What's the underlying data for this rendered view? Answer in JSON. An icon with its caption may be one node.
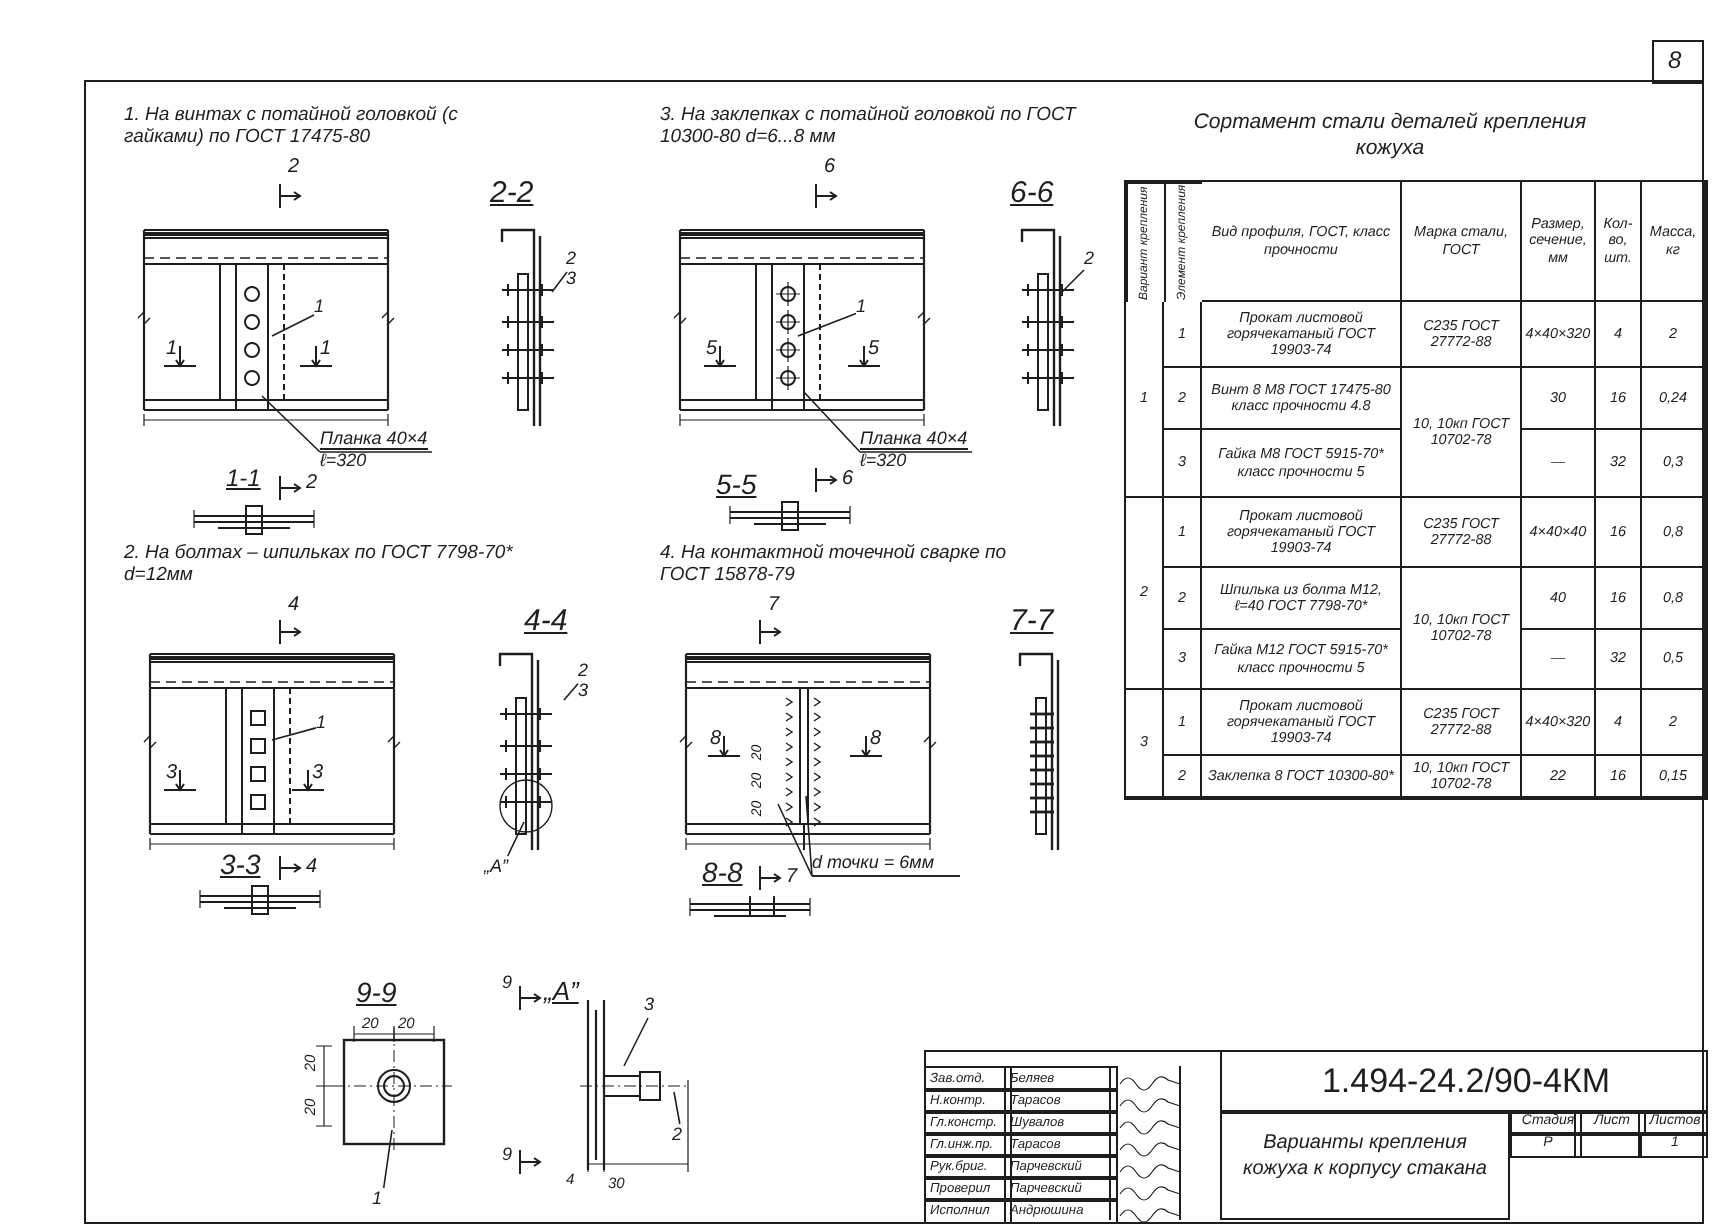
{
  "diagram": {
    "nodes": [
      {
        "text": [
          "1"
        ]
      },
      {
        "text": [
          "Планка 40×4",
          "ℓ=320"
        ]
      },
      {
        "text": [
          "2",
          "3"
        ]
      },
      {
        "text": [
          "1"
        ]
      },
      {
        "text": [
          "Планка 40×4",
          "ℓ=320"
        ]
      },
      {
        "text": [
          "2"
        ]
      },
      {
        "text": [
          "1"
        ]
      },
      {
        "text": [
          "2",
          "3"
        ]
      },
      {
        "text": [
          "„А”"
        ]
      },
      {
        "text": [
          "d точки = 6мм"
        ]
      },
      {
        "text": [
          "1"
        ]
      },
      {
        "text": [
          "3"
        ]
      },
      {
        "text": [
          "2"
        ]
      }
    ],
    "edges": [
      {
        "from": 0,
        "to": null,
        "arrow": "none"
      },
      {
        "from": 1,
        "to": null,
        "arrow": "none"
      },
      {
        "from": 2,
        "to": null,
        "arrow": "none"
      },
      {
        "from": 3,
        "to": null,
        "arrow": "none"
      },
      {
        "from": 4,
        "to": null,
        "arrow": "none"
      },
      {
        "from": 5,
        "to": null,
        "arrow": "none"
      },
      {
        "from": 6,
        "to": null,
        "arrow": "none"
      },
      {
        "from": 7,
        "to": null,
        "arrow": "none"
      },
      {
        "from": 8,
        "to": null,
        "arrow": "none"
      },
      {
        "from": 9,
        "to": null,
        "arrow": "none"
      },
      {
        "from": 9,
        "to": null,
        "arrow": "none"
      },
      {
        "from": 10,
        "to": null,
        "arrow": "none"
      },
      {
        "from": 11,
        "to": null,
        "arrow": "none"
      },
      {
        "from": 12,
        "to": null,
        "arrow": "none"
      }
    ],
    "labels": [
      "1. На винтах с потайной головкой (с гайками) по ГОСТ 17475-80",
      "2",
      "2-2",
      "1",
      "1",
      "1-1",
      "2",
      "3. На заклепках с потайной головкой по ГОСТ 10300-80 d=6...8 мм",
      "6",
      "6-6",
      "5",
      "5",
      "5-5",
      "6",
      "Сортамент стали деталей крепления кожуха",
      "2. На болтах – шпильках по ГОСТ 7798-70* d=12мм",
      "4",
      "4-4",
      "3",
      "3",
      "3-3",
      "4",
      "4. На контактной точечной сварке по ГОСТ 15878-79",
      "7",
      "7-7",
      "8",
      "20",
      "20",
      "20",
      "8",
      "8-8",
      "7",
      "9-9",
      "20",
      "20",
      "20",
      "20",
      "„А”",
      "9",
      "9",
      "4",
      "30",
      "Вариант крепления",
      "Элемент крепления",
      "Вид профиля, ГОСТ, класс прочности",
      "Марка стали, ГОСТ",
      "Размер, сечение, мм",
      "Кол-во, шт.",
      "Масса, кг",
      "1",
      "1",
      "Прокат листовой горячекатаный ГОСТ 19903-74",
      "С235 ГОСТ 27772-88",
      "4×40×320",
      "4",
      "2",
      "2",
      "Винт 8 М8 ГОСТ 17475-80 класс прочности 4.8",
      "10, 10кп ГОСТ 10702-78",
      "30",
      "16",
      "0,24",
      "3",
      "Гайка М8 ГОСТ 5915-70* класс прочности 5",
      "—",
      "32",
      "0,3",
      "2",
      "1",
      "Прокат листовой горячекатаный ГОСТ 19903-74",
      "С235 ГОСТ 27772-88",
      "4×40×40",
      "16",
      "0,8",
      "2",
      "Шпилька из болта М12, ℓ=40 ГОСТ 7798-70*",
      "10, 10кп ГОСТ 10702-78",
      "40",
      "16",
      "0,8",
      "3",
      "Гайка М12 ГОСТ 5915-70* класс прочности 5",
      "—",
      "32",
      "0,5",
      "3",
      "1",
      "Прокат листовой горячекатаный ГОСТ 19903-74",
      "С235 ГОСТ 27772-88",
      "4×40×320",
      "4",
      "2",
      "2",
      "Заклепка 8 ГОСТ 10300-80*",
      "10, 10кп ГОСТ 10702-78",
      "22",
      "16",
      "0,15",
      "Зав.отд.",
      "Беляев",
      "Н.контр.",
      "Тарасов",
      "Гл.констр.",
      "Шувалов",
      "Гл.инж.пр.",
      "Тарасов",
      "Рук.бриг.",
      "Парчевский",
      "Проверил",
      "Парчевский",
      "Исполнил",
      "Андрюшина",
      "1.494-24.2/90-4КМ",
      "Варианты крепления кожуха к корпусу стакана",
      "Стадия",
      "Лист",
      "Листов",
      "Р",
      "1",
      "8"
    ]
  }
}
